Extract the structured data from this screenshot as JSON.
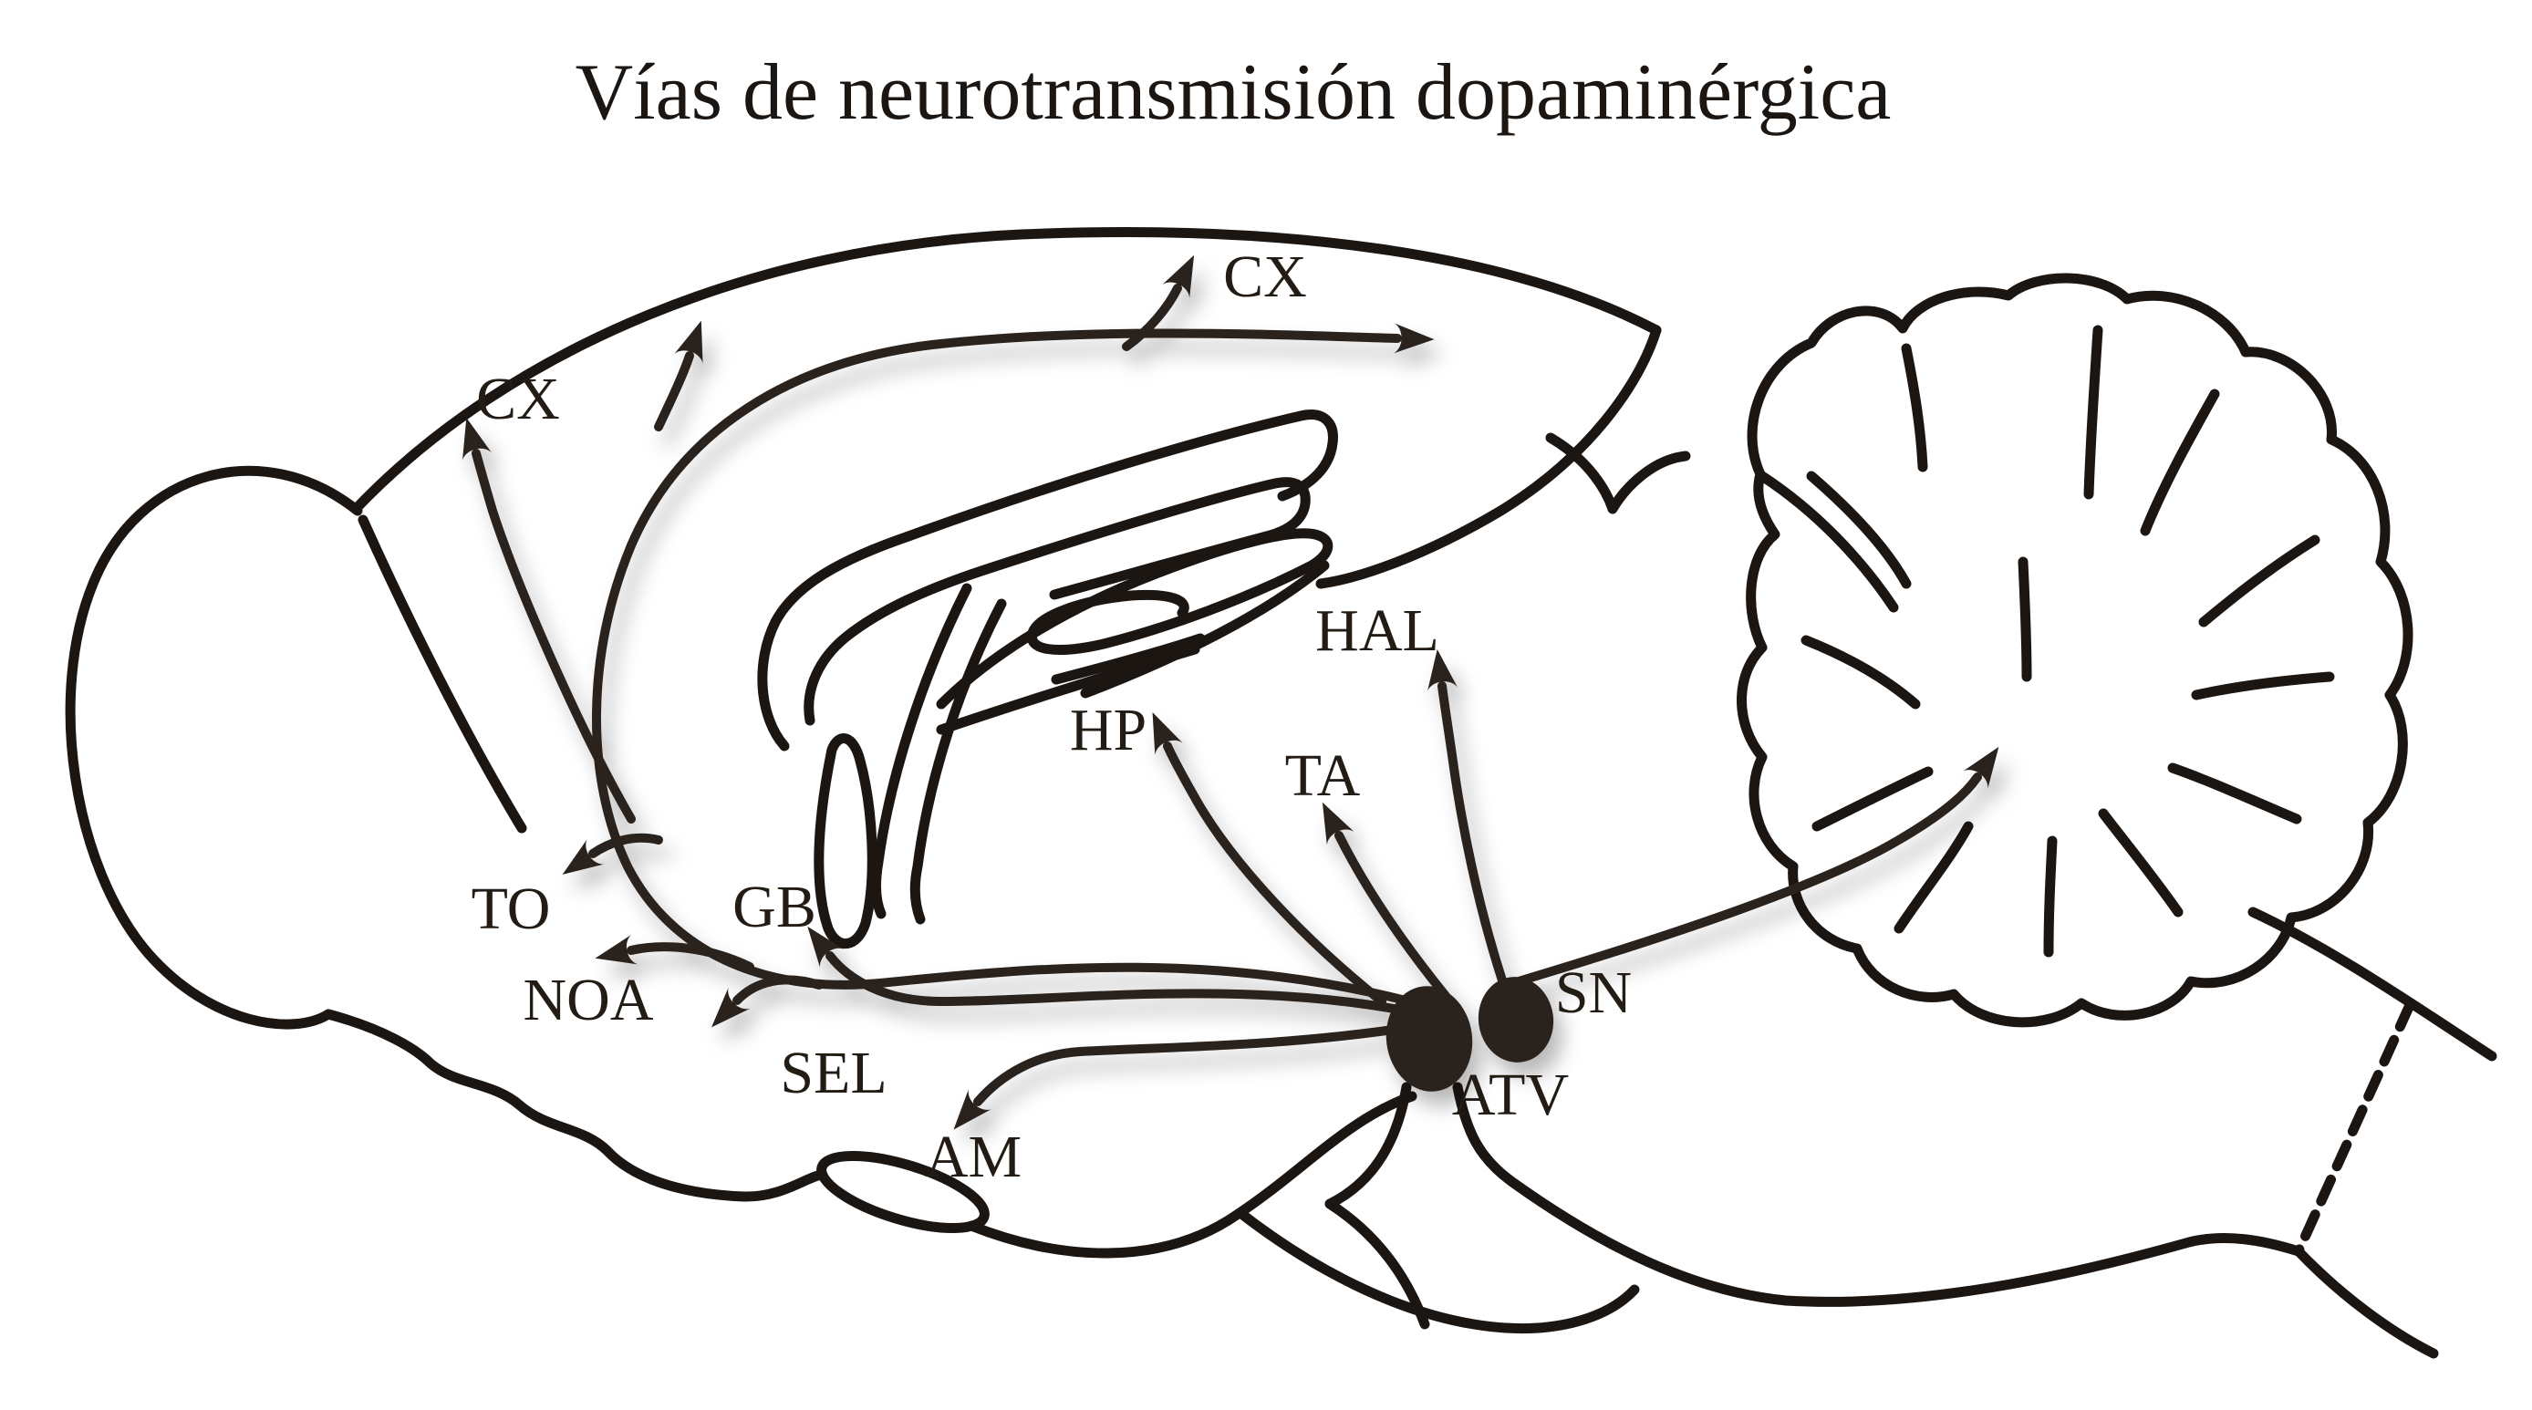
{
  "title": "Vías de neurotransmisión dopaminérgica",
  "labels": {
    "cx_left": "CX",
    "cx_right": "CX",
    "hal": "HAL",
    "hp": "HP",
    "ta": "TA",
    "to": "TO",
    "noa": "NOA",
    "gb": "GB",
    "sel": "SEL",
    "am": "AM",
    "sn": "SN",
    "atv": "ATV"
  },
  "nuclei": [
    {
      "name": "ATV",
      "shape": "filled-ellipse"
    },
    {
      "name": "SN",
      "shape": "filled-ellipse"
    }
  ],
  "arrow_targets": [
    "CX",
    "CX",
    "TO",
    "NOA",
    "GB",
    "SEL",
    "AM",
    "HP",
    "TA",
    "HAL",
    "cerebellum"
  ],
  "colors": {
    "background": "#ffffff",
    "ink": "#1c1612",
    "arrow": "#2b211a",
    "label": "#231c15",
    "shadow": "rgba(0,0,0,0.28)"
  }
}
